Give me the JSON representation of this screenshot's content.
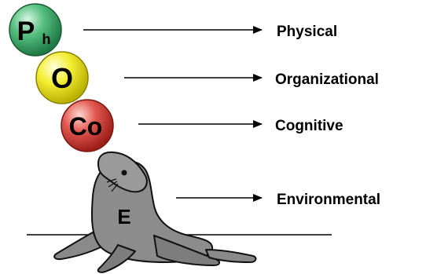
{
  "diagram": {
    "factors": [
      {
        "key": "physical",
        "symbol_main": "P",
        "symbol_sub": "h",
        "label": "Physical",
        "ball_color": "#3aa66a"
      },
      {
        "key": "organizational",
        "symbol_main": "O",
        "symbol_sub": "",
        "label": "Organizational",
        "ball_color": "#e8e21e"
      },
      {
        "key": "cognitive",
        "symbol_main": "Co",
        "symbol_sub": "",
        "label": "Cognitive",
        "ball_color": "#d9403a"
      },
      {
        "key": "environmental",
        "symbol_main": "E",
        "symbol_sub": "",
        "label": "Environmental",
        "ball_color": "#8a8a8a"
      }
    ],
    "icons": {
      "mascot": "seal-icon",
      "arrow": "arrow-right-icon"
    }
  }
}
